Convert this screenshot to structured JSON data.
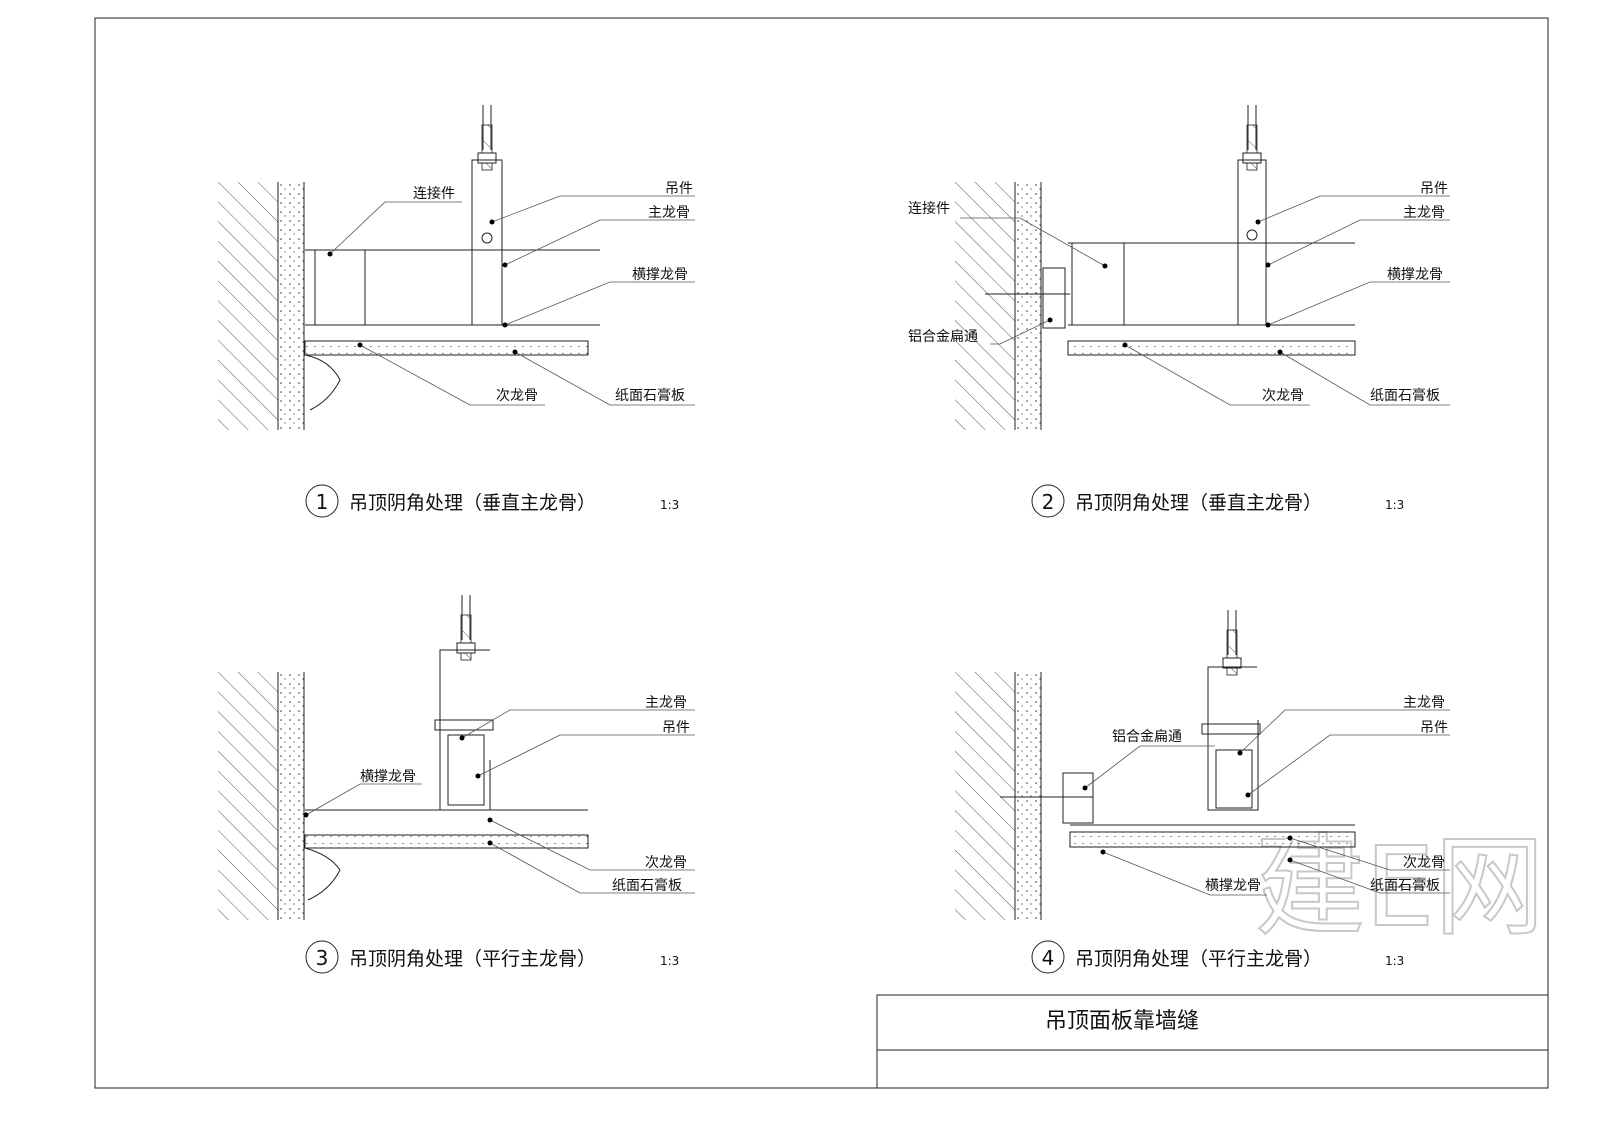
{
  "sheet_title": "吊顶面板靠墙缝",
  "watermark_logo": "建E网",
  "details": [
    {
      "number": "1",
      "title": "吊顶阴角处理（垂直主龙骨）",
      "scale": "1:3",
      "labels": {
        "connector": "连接件",
        "hanger": "吊件",
        "main_keel": "主龙骨",
        "cross_keel": "横撑龙骨",
        "secondary_keel": "次龙骨",
        "gypsum_board": "纸面石膏板"
      }
    },
    {
      "number": "2",
      "title": "吊顶阴角处理（垂直主龙骨）",
      "scale": "1:3",
      "labels": {
        "connector": "连接件",
        "flat_tube": "铝合金扁通",
        "hanger": "吊件",
        "main_keel": "主龙骨",
        "cross_keel": "横撑龙骨",
        "secondary_keel": "次龙骨",
        "gypsum_board": "纸面石膏板"
      }
    },
    {
      "number": "3",
      "title": "吊顶阴角处理（平行主龙骨）",
      "scale": "1:3",
      "labels": {
        "main_keel": "主龙骨",
        "hanger": "吊件",
        "cross_keel": "横撑龙骨",
        "secondary_keel": "次龙骨",
        "gypsum_board": "纸面石膏板"
      }
    },
    {
      "number": "4",
      "title": "吊顶阴角处理（平行主龙骨）",
      "scale": "1:3",
      "labels": {
        "flat_tube": "铝合金扁通",
        "main_keel": "主龙骨",
        "hanger": "吊件",
        "secondary_keel": "次龙骨",
        "gypsum_board": "纸面石膏板",
        "cross_keel": "横撑龙骨"
      }
    }
  ]
}
